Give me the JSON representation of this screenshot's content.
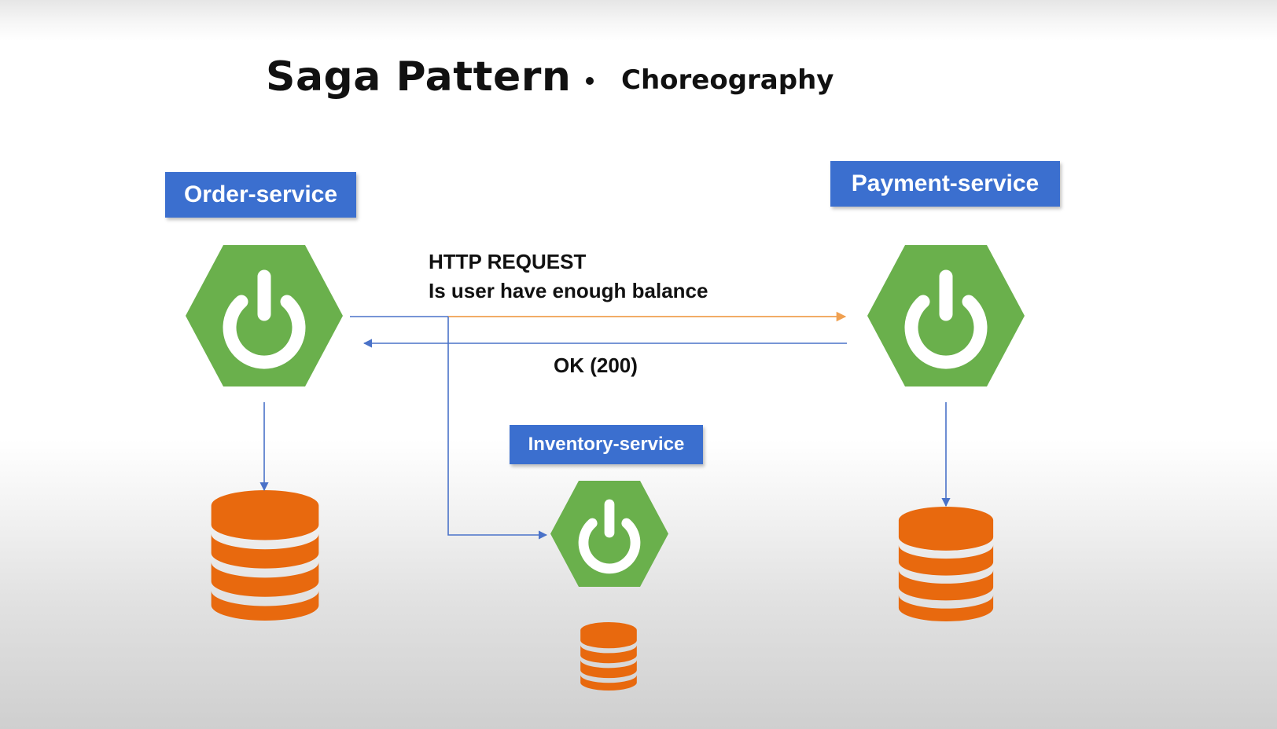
{
  "title": "Saga Pattern",
  "subtitle": "Choreography",
  "services": {
    "order": "Order-service",
    "payment": "Payment-service",
    "inventory": "Inventory-service"
  },
  "messages": {
    "request": "HTTP REQUEST",
    "question": "Is user have enough balance",
    "response": "OK (200)"
  },
  "icons": {
    "service_icon": "power-icon",
    "database_icon": "database-icon"
  },
  "colors": {
    "service_green": "#6ab04c",
    "label_blue": "#3b6fcf",
    "database_orange": "#e8690e",
    "request_arrow": "#f0a050",
    "connector_blue": "#4a72c8"
  }
}
